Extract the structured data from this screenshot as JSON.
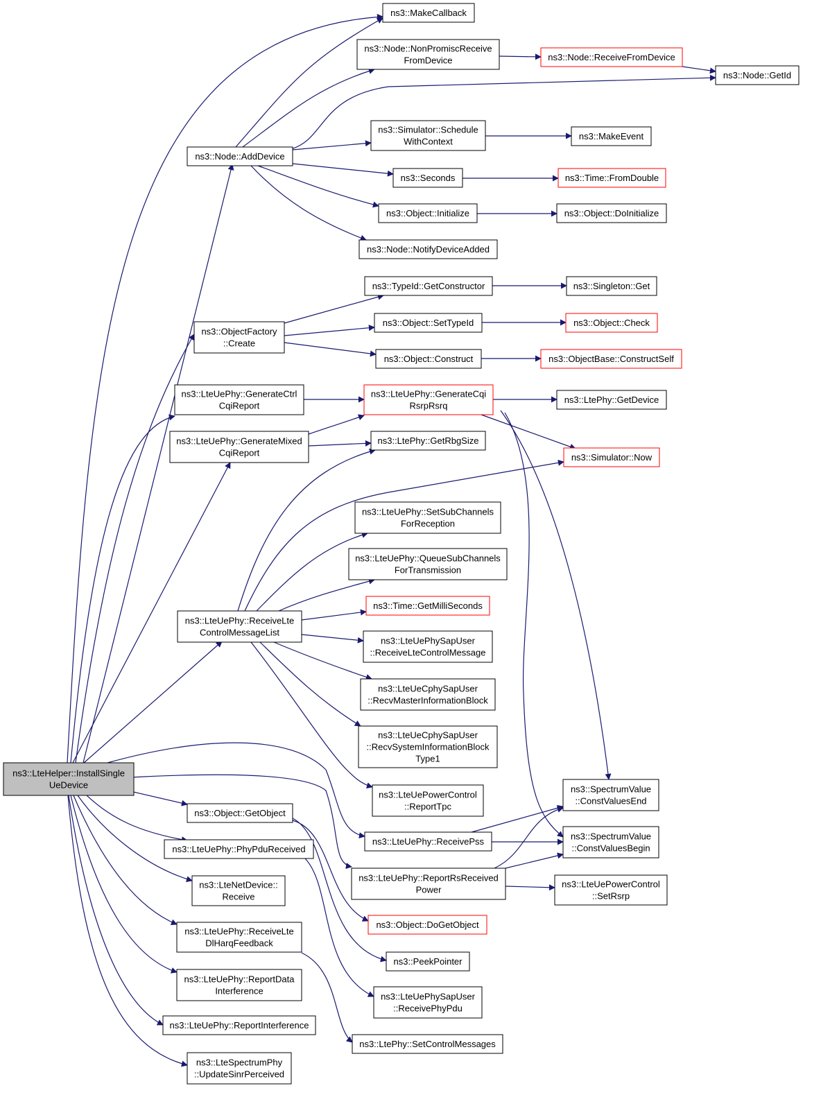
{
  "colors": {
    "edge": "#191970",
    "node_border": "#000000",
    "node_border_external": "#ff0000",
    "root_fill": "#bfbfbf"
  },
  "nodes": {
    "root": {
      "lines": [
        "ns3::LteHelper::InstallSingle",
        "UeDevice"
      ]
    },
    "makeCallback": {
      "lines": [
        "ns3::MakeCallback"
      ]
    },
    "nonPromisc": {
      "lines": [
        "ns3::Node::NonPromiscReceive",
        "FromDevice"
      ]
    },
    "receiveFromDevice": {
      "lines": [
        "ns3::Node::ReceiveFromDevice"
      ]
    },
    "getId": {
      "lines": [
        "ns3::Node::GetId"
      ]
    },
    "addDevice": {
      "lines": [
        "ns3::Node::AddDevice"
      ]
    },
    "scheduleWithContext": {
      "lines": [
        "ns3::Simulator::Schedule",
        "WithContext"
      ]
    },
    "makeEvent": {
      "lines": [
        "ns3::MakeEvent"
      ]
    },
    "seconds": {
      "lines": [
        "ns3::Seconds"
      ]
    },
    "fromDouble": {
      "lines": [
        "ns3::Time::FromDouble"
      ]
    },
    "initialize": {
      "lines": [
        "ns3::Object::Initialize"
      ]
    },
    "doInitialize": {
      "lines": [
        "ns3::Object::DoInitialize"
      ]
    },
    "notifyDeviceAdded": {
      "lines": [
        "ns3::Node::NotifyDeviceAdded"
      ]
    },
    "getConstructor": {
      "lines": [
        "ns3::TypeId::GetConstructor"
      ]
    },
    "singletonGet": {
      "lines": [
        "ns3::Singleton::Get"
      ]
    },
    "objectFactoryCreate": {
      "lines": [
        "ns3::ObjectFactory",
        "::Create"
      ]
    },
    "setTypeId": {
      "lines": [
        "ns3::Object::SetTypeId"
      ]
    },
    "objectCheck": {
      "lines": [
        "ns3::Object::Check"
      ]
    },
    "objectConstruct": {
      "lines": [
        "ns3::Object::Construct"
      ]
    },
    "constructSelf": {
      "lines": [
        "ns3::ObjectBase::ConstructSelf"
      ]
    },
    "genCtrlCqi": {
      "lines": [
        "ns3::LteUePhy::GenerateCtrl",
        "CqiReport"
      ]
    },
    "genCqiRsrp": {
      "lines": [
        "ns3::LteUePhy::GenerateCqi",
        "RsrpRsrq"
      ]
    },
    "getDevice": {
      "lines": [
        "ns3::LtePhy::GetDevice"
      ]
    },
    "genMixedCqi": {
      "lines": [
        "ns3::LteUePhy::GenerateMixed",
        "CqiReport"
      ]
    },
    "getRbgSize": {
      "lines": [
        "ns3::LtePhy::GetRbgSize"
      ]
    },
    "simNow": {
      "lines": [
        "ns3::Simulator::Now"
      ]
    },
    "setSubChannels": {
      "lines": [
        "ns3::LteUePhy::SetSubChannels",
        "ForReception"
      ]
    },
    "queueSubChannels": {
      "lines": [
        "ns3::LteUePhy::QueueSubChannels",
        "ForTransmission"
      ]
    },
    "getMilliSeconds": {
      "lines": [
        "ns3::Time::GetMilliSeconds"
      ]
    },
    "receiveLteCtrlList": {
      "lines": [
        "ns3::LteUePhy::ReceiveLte",
        "ControlMessageList"
      ]
    },
    "sapUserReceiveCtrl": {
      "lines": [
        "ns3::LteUePhySapUser",
        "::ReceiveLteControlMessage"
      ]
    },
    "recvMib": {
      "lines": [
        "ns3::LteUeCphySapUser",
        "::RecvMasterInformationBlock"
      ]
    },
    "recvSib1": {
      "lines": [
        "ns3::LteUeCphySapUser",
        "::RecvSystemInformationBlock",
        "Type1"
      ]
    },
    "reportTpc": {
      "lines": [
        "ns3::LteUePowerControl",
        "::ReportTpc"
      ]
    },
    "constValuesEnd": {
      "lines": [
        "ns3::SpectrumValue",
        "::ConstValuesEnd"
      ]
    },
    "getObject": {
      "lines": [
        "ns3::Object::GetObject"
      ]
    },
    "receivePss": {
      "lines": [
        "ns3::LteUePhy::ReceivePss"
      ]
    },
    "constValuesBegin": {
      "lines": [
        "ns3::SpectrumValue",
        "::ConstValuesBegin"
      ]
    },
    "phyPduReceived": {
      "lines": [
        "ns3::LteUePhy::PhyPduReceived"
      ]
    },
    "reportRsrp": {
      "lines": [
        "ns3::LteUePhy::ReportRsReceived",
        "Power"
      ]
    },
    "setRsrp": {
      "lines": [
        "ns3::LteUePowerControl",
        "::SetRsrp"
      ]
    },
    "netDeviceReceive": {
      "lines": [
        "ns3::LteNetDevice::",
        "Receive"
      ]
    },
    "doGetObject": {
      "lines": [
        "ns3::Object::DoGetObject"
      ]
    },
    "receiveDlHarq": {
      "lines": [
        "ns3::LteUePhy::ReceiveLte",
        "DlHarqFeedback"
      ]
    },
    "peekPointer": {
      "lines": [
        "ns3::PeekPointer"
      ]
    },
    "reportDataInterf": {
      "lines": [
        "ns3::LteUePhy::ReportData",
        "Interference"
      ]
    },
    "sapUserReceivePhyPdu": {
      "lines": [
        "ns3::LteUePhySapUser",
        "::ReceivePhyPdu"
      ]
    },
    "reportInterf": {
      "lines": [
        "ns3::LteUePhy::ReportInterference"
      ]
    },
    "setControlMessages": {
      "lines": [
        "ns3::LtePhy::SetControlMessages"
      ]
    },
    "updateSinr": {
      "lines": [
        "ns3::LteSpectrumPhy",
        "::UpdateSinrPerceived"
      ]
    }
  }
}
